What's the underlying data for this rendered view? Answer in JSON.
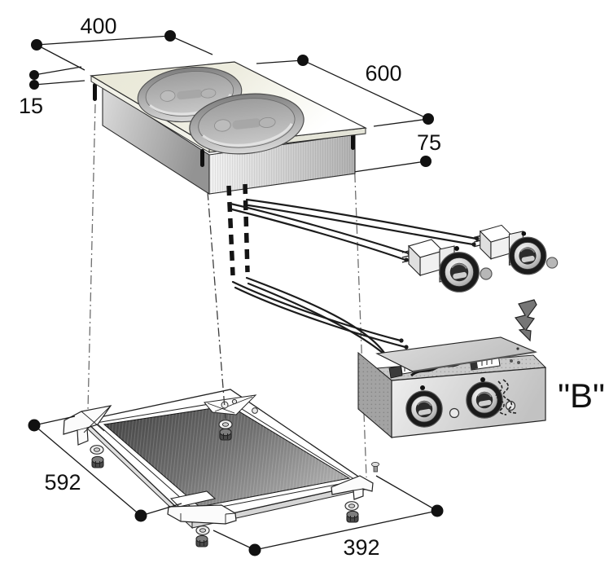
{
  "dimensions": {
    "top_width": "400",
    "top_depth": "600",
    "body_height": "75",
    "plate_thickness": "15",
    "frame_length": "592",
    "frame_width": "392"
  },
  "labels": {
    "control_box": "\"B\""
  },
  "icons": {
    "electricity": "lightning-bolt-icon"
  },
  "colors": {
    "background": "#ffffff",
    "line": "#1a1a1a",
    "cooktop_top": "#eae9da",
    "metal_light": "#f2f2f2",
    "metal_dark": "#8f8f8f",
    "frame_panel_dark": "#474747",
    "centerline": "#6f6f6f"
  }
}
